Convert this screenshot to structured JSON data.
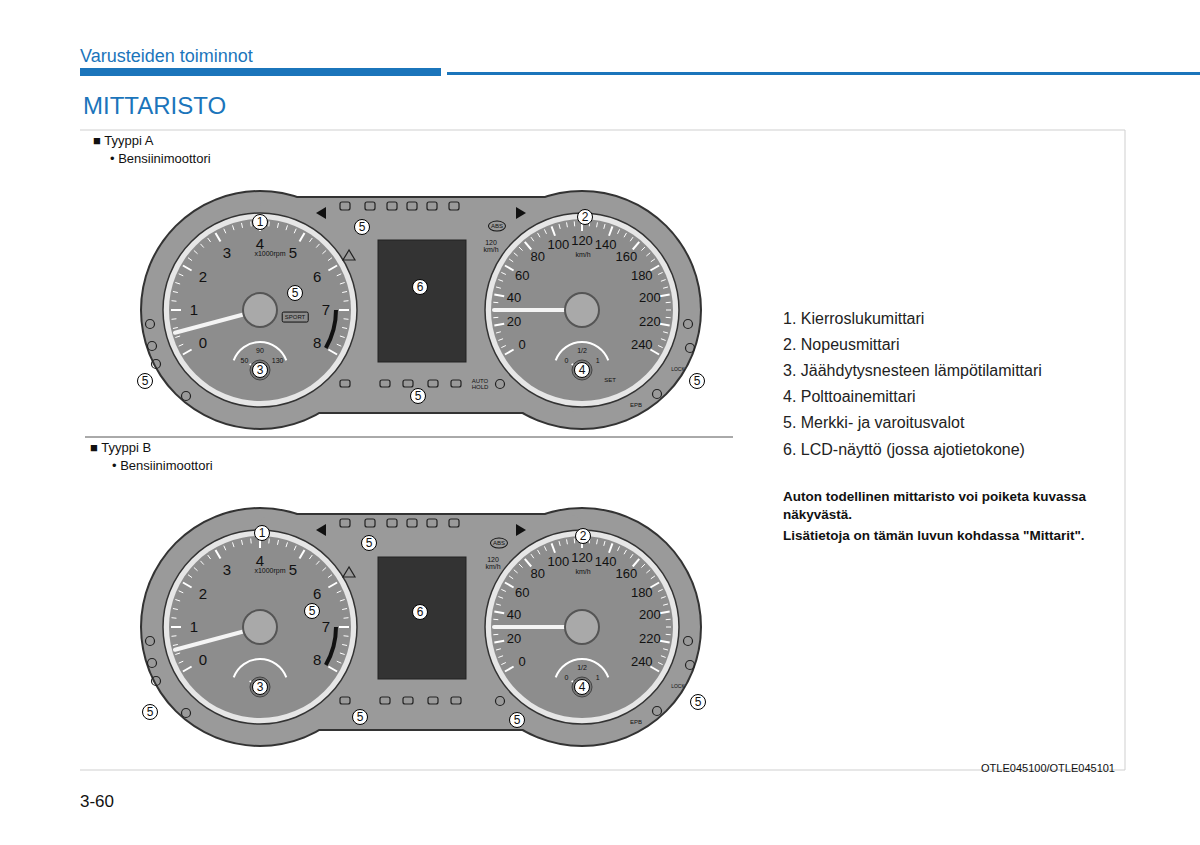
{
  "diagram": {
    "title": "MITTARISTO",
    "labels": [
      "Varusteiden toiminnot",
      "■ Tyyppi A",
      "• Bensiinimoottori",
      "0",
      "1",
      "2",
      "3",
      "4",
      "5",
      "6",
      "7",
      "8",
      "x1000rpm",
      "SPORT",
      "0",
      "20",
      "40",
      "60",
      "80",
      "100",
      "120",
      "140",
      "160",
      "180",
      "200",
      "220",
      "240",
      "km/h",
      "120 km/h",
      "ABS",
      "50",
      "90",
      "130",
      "0",
      "1/2",
      "1",
      "SET",
      "AUTO HOLD",
      "EPB",
      "LOCK",
      "1",
      "2",
      "5",
      "5",
      "6",
      "5",
      "3",
      "4",
      "5",
      "5",
      "■ Tyyppi B",
      "• Bensiinimoottori",
      "0",
      "1",
      "2",
      "3",
      "4",
      "5",
      "6",
      "7",
      "8",
      "x1000rpm",
      "0",
      "20",
      "40",
      "60",
      "80",
      "100",
      "120",
      "140",
      "160",
      "180",
      "200",
      "220",
      "240",
      "km/h",
      "120 km/h",
      "ABS",
      "0",
      "1/2",
      "1",
      "EPB",
      "LOCK",
      "1",
      "2",
      "5",
      "5",
      "6",
      "5",
      "3",
      "4",
      "5",
      "5",
      "5",
      "1. Kierroslukumittari",
      "2. Nopeusmittari",
      "3. Jäähdytysnesteen lämpötilamittari",
      "4. Polttoainemittari",
      "5. Merkki- ja varoitusvalot",
      "6. LCD-näyttö (jossa ajotietokone)",
      "Auton todellinen mittaristo voi poiketa kuvassa näkyvästä.",
      "Lisätietoja on tämän luvun kohdassa \"Mittarit\".",
      "OTLE045100/OTLE045101",
      "3-60"
    ]
  }
}
